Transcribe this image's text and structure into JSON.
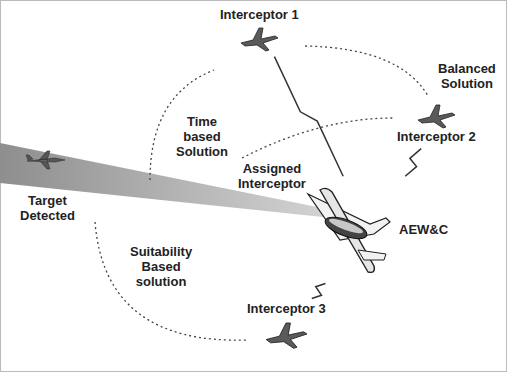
{
  "diagram": {
    "nodes": [
      {
        "text": [
          "Interceptor 1"
        ]
      },
      {
        "text": [
          "Interceptor 2"
        ]
      },
      {
        "text": [
          "Target Detected"
        ]
      },
      {
        "text": [
          "AEW&C"
        ]
      },
      {
        "text": [
          "Interceptor 3"
        ]
      }
    ],
    "edges": [
      {
        "from": 3,
        "to": 0,
        "arrow": "none"
      },
      {
        "from": 3,
        "to": 1,
        "arrow": "none"
      },
      {
        "from": 3,
        "to": 4,
        "arrow": "none"
      }
    ],
    "labels": [
      "Time based Solution",
      "Balanced Solution",
      "Assigned Interceptor",
      "Suitability Based solution"
    ]
  }
}
